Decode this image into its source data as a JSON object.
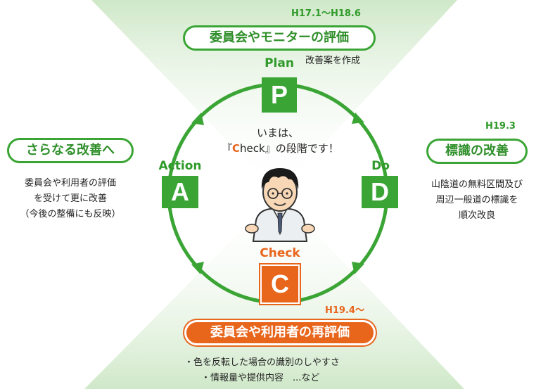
{
  "plan": {
    "date": "H17.1～H18.6",
    "title": "委員会やモニターの評価",
    "label": "Plan",
    "letter": "P",
    "note": "改善案を作成"
  },
  "do": {
    "date": "H19.3",
    "title": "標識の改善",
    "label": "Do",
    "letter": "D",
    "note_lines": [
      "山陰道の無料区間及び",
      "周辺一般道の標識を",
      "順次改良"
    ]
  },
  "check": {
    "date": "H19.4～",
    "title": "委員会や利用者の再評価",
    "label": "Check",
    "letter": "C",
    "note_lines": [
      "・色を反転した場合の識別のしやすさ",
      "・情報量や提供内容　...など"
    ]
  },
  "action": {
    "title": "さらなる改善へ",
    "label": "Action",
    "letter": "A",
    "note_lines": [
      "委員会や利用者の評価",
      "を受けて更に改善",
      "（今後の整備にも反映）"
    ]
  },
  "center": {
    "line1": "いまは、",
    "prefix": "『",
    "highlight_letter": "C",
    "highlight_rest": "heck",
    "suffix": "』の段階です！"
  },
  "colors": {
    "green": "#3aa535",
    "orange": "#e8651c"
  },
  "icons": {
    "character": "teacher-illustration"
  }
}
